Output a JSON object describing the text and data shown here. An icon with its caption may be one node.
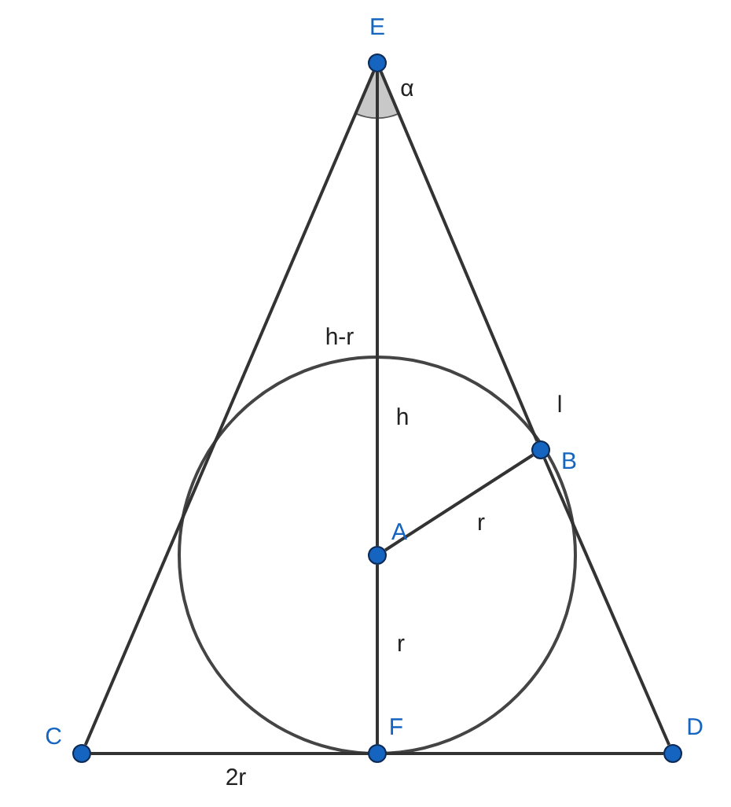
{
  "diagram": {
    "nodes": [
      {
        "text": [
          "E"
        ]
      },
      {
        "text": [
          "B"
        ]
      },
      {
        "text": [
          "A"
        ]
      },
      {
        "text": [
          "C"
        ]
      },
      {
        "text": [
          "F"
        ]
      },
      {
        "text": [
          "D"
        ]
      }
    ],
    "edges": [
      {
        "from": 0,
        "to": 3,
        "arrow": "none"
      },
      {
        "from": 0,
        "to": 1,
        "arrow": "none"
      },
      {
        "from": 1,
        "to": 5,
        "arrow": "none"
      },
      {
        "from": 3,
        "to": 4,
        "arrow": "none"
      },
      {
        "from": 4,
        "to": 5,
        "arrow": "none"
      },
      {
        "from": 0,
        "to": 2,
        "arrow": "none"
      },
      {
        "from": 2,
        "to": 4,
        "arrow": "none"
      },
      {
        "from": 2,
        "to": 1,
        "arrow": "none"
      }
    ],
    "labels": [
      "α",
      "h-r",
      "h",
      "l",
      "r",
      "r",
      "2r"
    ]
  }
}
